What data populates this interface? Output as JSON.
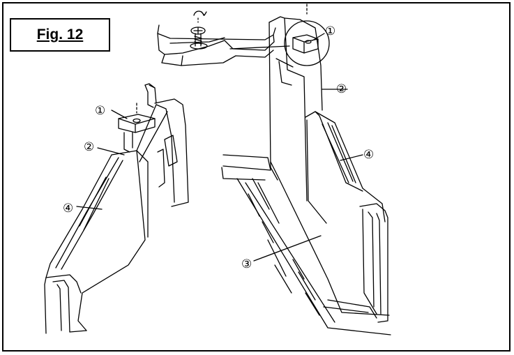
{
  "figure": {
    "title": "Fig. 12"
  },
  "callouts": [
    {
      "id": "top-right-1",
      "label": "①"
    },
    {
      "id": "top-right-2",
      "label": "②"
    },
    {
      "id": "right-4",
      "label": "④"
    },
    {
      "id": "right-3",
      "label": "③"
    },
    {
      "id": "left-1",
      "label": "①"
    },
    {
      "id": "left-2",
      "label": "②"
    },
    {
      "id": "left-4",
      "label": "④"
    }
  ],
  "colors": {
    "line": "#000000",
    "background": "#ffffff"
  }
}
